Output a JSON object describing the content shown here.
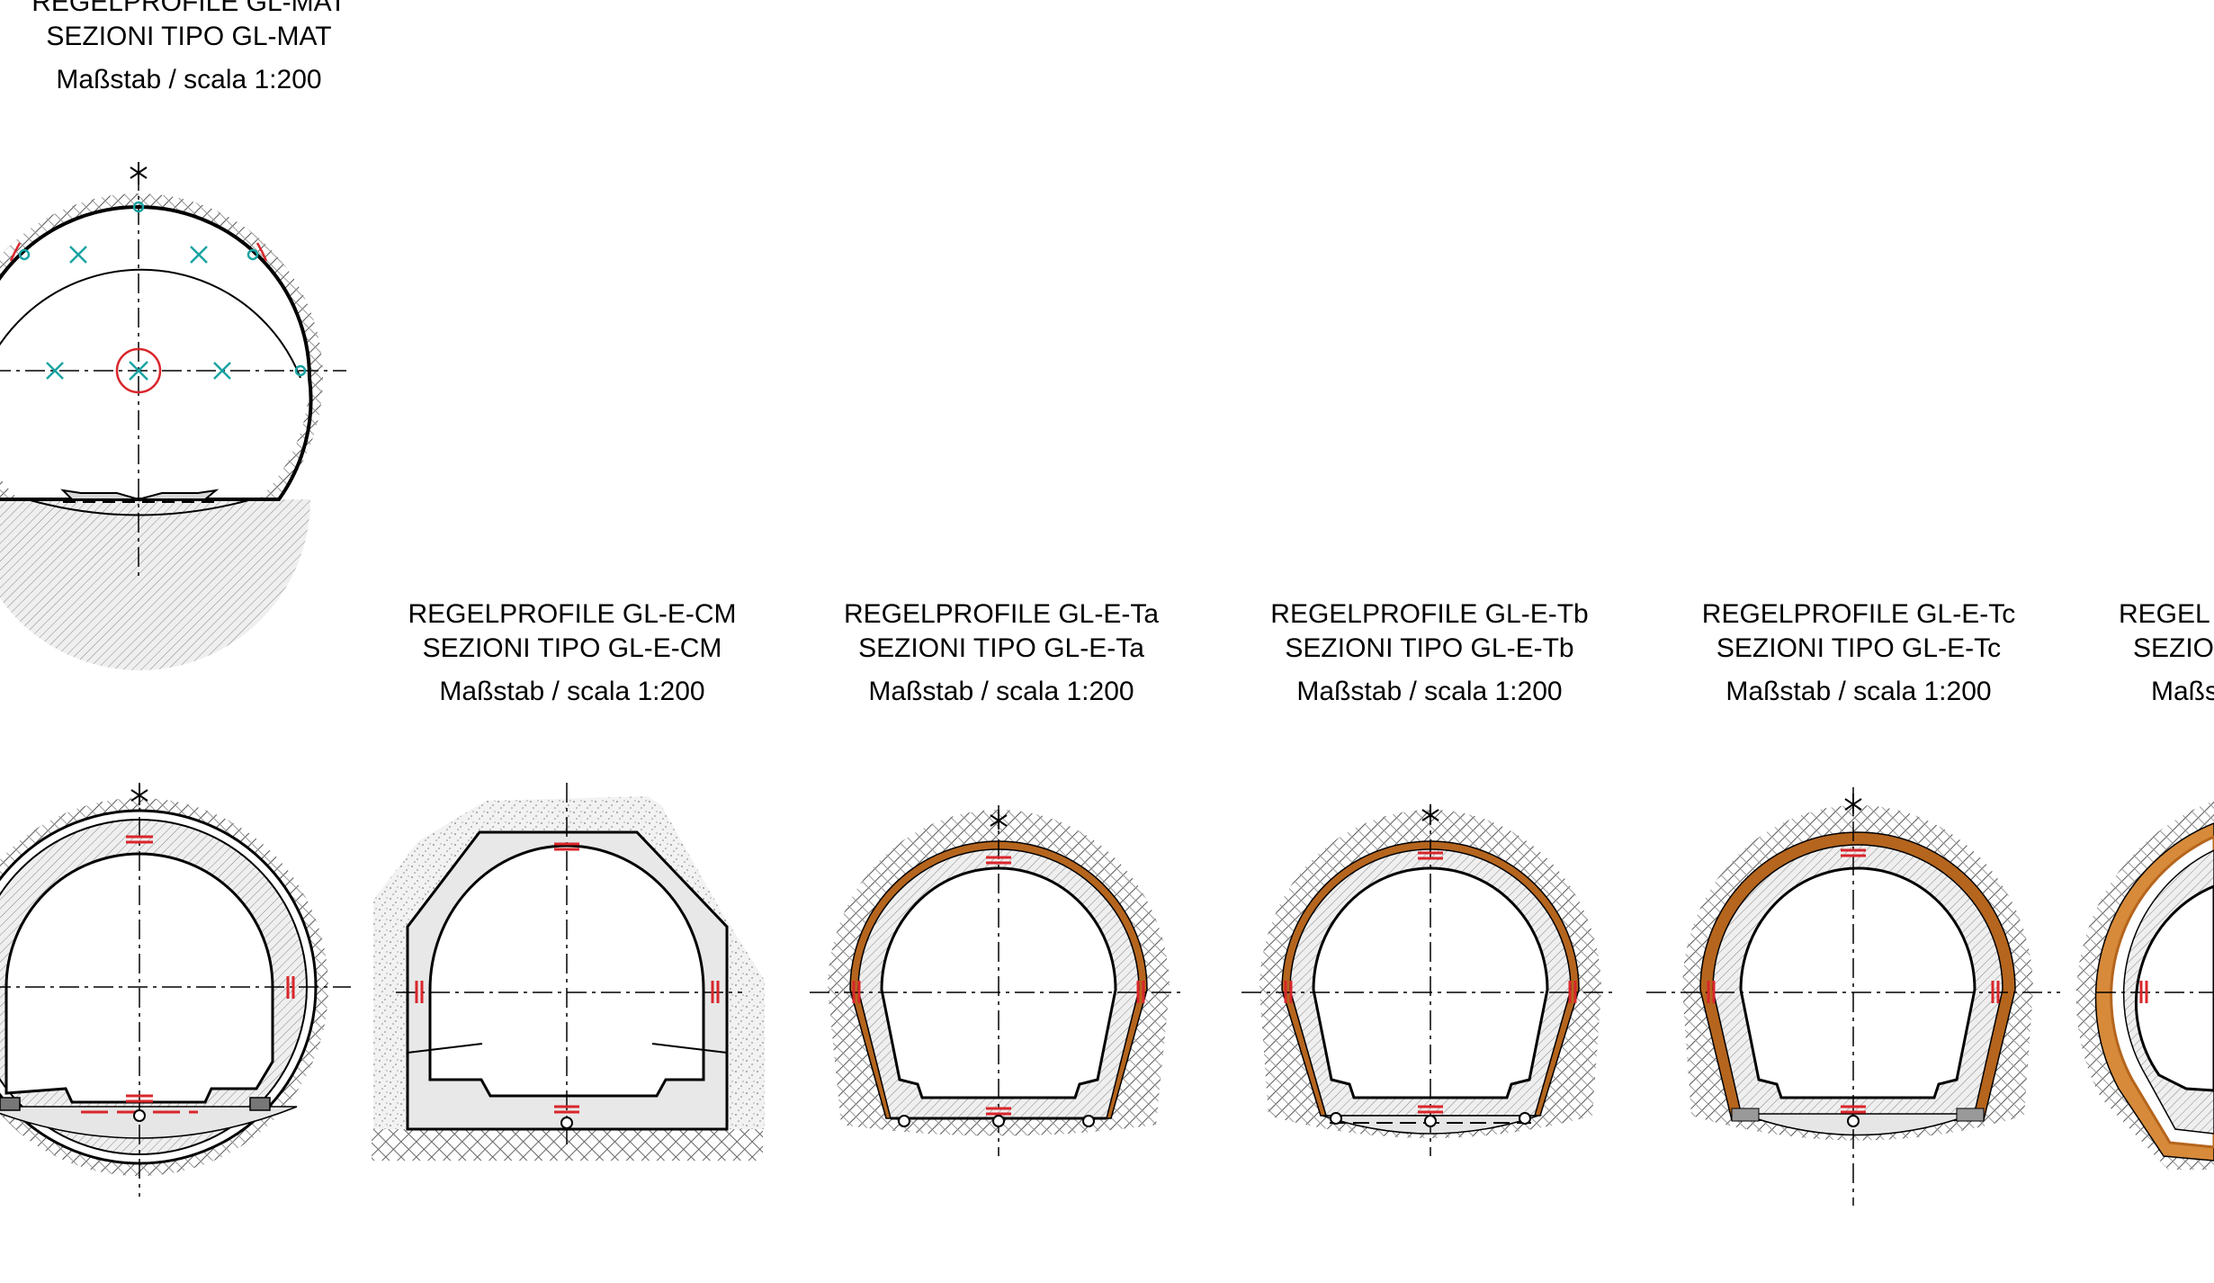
{
  "sections": [
    {
      "id": "gl-mat",
      "title_de": "REGELPROFILE GL-MAT",
      "title_it": "SEZIONI TIPO GL-MAT",
      "scale": "Maßstab / scala 1:200"
    },
    {
      "id": "gl-e-cm",
      "title_de": "REGELPROFILE GL-E-CM",
      "title_it": "SEZIONI TIPO GL-E-CM",
      "scale": "Maßstab / scala 1:200"
    },
    {
      "id": "gl-e-ta",
      "title_de": "REGELPROFILE GL-E-Ta",
      "title_it": "SEZIONI TIPO GL-E-Ta",
      "scale": "Maßstab / scala 1:200"
    },
    {
      "id": "gl-e-tb",
      "title_de": "REGELPROFILE GL-E-Tb",
      "title_it": "SEZIONI TIPO GL-E-Tb",
      "scale": "Maßstab / scala 1:200"
    },
    {
      "id": "gl-e-tc",
      "title_de": "REGELPROFILE GL-E-Tc",
      "title_it": "SEZIONI TIPO GL-E-Tc",
      "scale": "Maßstab / scala 1:200"
    },
    {
      "id": "gl-e-partial",
      "title_de": "REGEL",
      "title_it": "SEZIO",
      "scale": "Maßs"
    }
  ],
  "colors": {
    "lining": "#b5651d",
    "survey_marker": "#1aa3a3",
    "rebar": "#d9262b",
    "rock_hatch": "#555555",
    "concrete_fill": "#e2e2e2"
  }
}
